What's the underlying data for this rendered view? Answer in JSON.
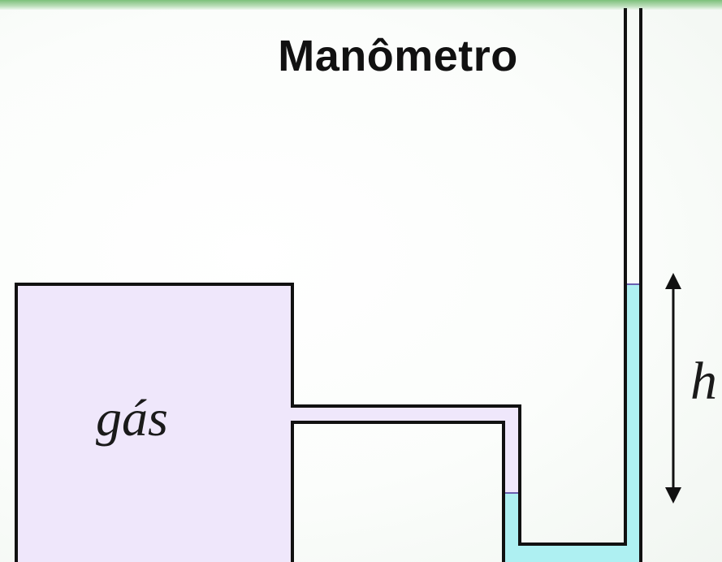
{
  "title": "Manômetro",
  "labels": {
    "gas": "gás",
    "height": "h"
  },
  "colors": {
    "gas_fill": "#efe7fb",
    "liquid_fill": "#aef0f2",
    "outline": "#111111",
    "header_band": "#7cc07a"
  }
}
